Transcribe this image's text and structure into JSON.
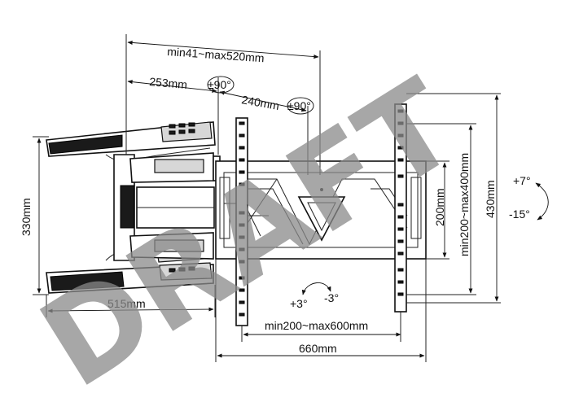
{
  "labels": {
    "arm_extension": "min41~max520mm",
    "arm_length_1": "253mm",
    "arm_length_2": "240mm",
    "swivel_1": "±90°",
    "swivel_2": "±90°",
    "wall_plate_height": "330mm",
    "arm_depth": "515mm",
    "vesa_horizontal": "min200~max600mm",
    "total_width": "660mm",
    "vesa_vertical_min": "200mm",
    "vesa_vertical": "min200~max400mm",
    "total_height": "430mm",
    "tilt_up": "+7°",
    "tilt_down": "-15°",
    "rotate_plus": "+3°",
    "rotate_minus": "-3°"
  },
  "watermark": "DRAFT"
}
